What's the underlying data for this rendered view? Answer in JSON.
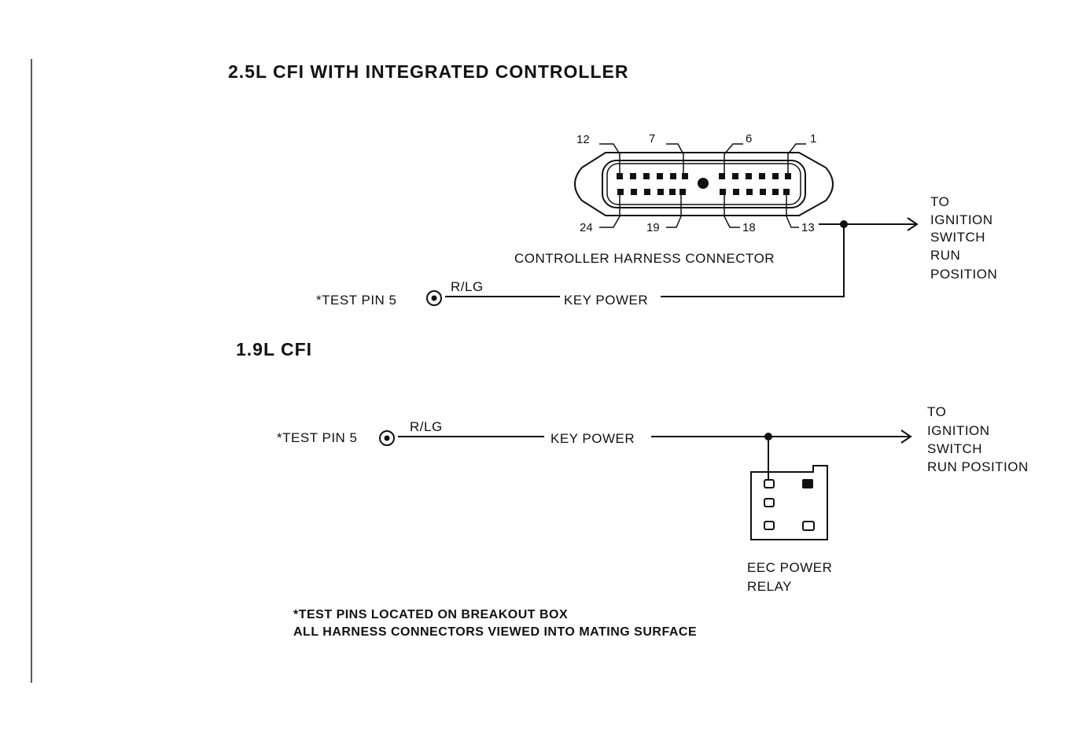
{
  "sections": {
    "cfi25": {
      "title": "2.5L CFI WITH INTEGRATED CONTROLLER",
      "connector": {
        "label": "CONTROLLER HARNESS CONNECTOR",
        "pins_top": [
          "12",
          "7",
          "6",
          "1"
        ],
        "pins_bottom": [
          "24",
          "19",
          "18",
          "13"
        ]
      },
      "test_pin": "*TEST PIN 5",
      "wire_color": "R/LG",
      "circuit": "KEY POWER",
      "destination": [
        "TO",
        "IGNITION",
        "SWITCH",
        "RUN",
        "POSITION"
      ]
    },
    "cfi19": {
      "title": "1.9L CFI",
      "test_pin": "*TEST PIN 5",
      "wire_color": "R/LG",
      "circuit": "KEY POWER",
      "destination": [
        "TO",
        "IGNITION",
        "SWITCH",
        "RUN POSITION"
      ],
      "relay_label": [
        "EEC POWER",
        "RELAY"
      ]
    }
  },
  "notes": [
    "*TEST PINS LOCATED ON BREAKOUT BOX",
    "ALL HARNESS CONNECTORS VIEWED INTO MATING SURFACE"
  ],
  "colors": {
    "ink": "#111111",
    "paper": "#ffffff"
  }
}
